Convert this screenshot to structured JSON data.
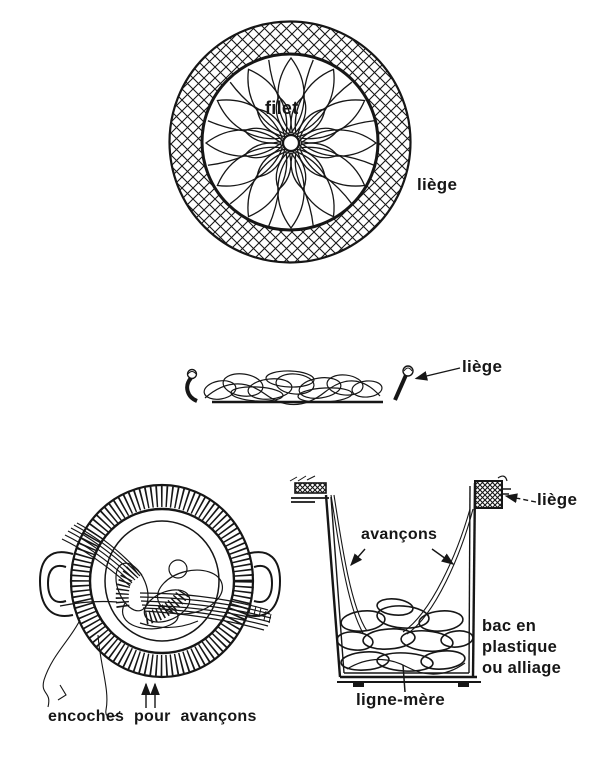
{
  "colors": {
    "background": "#ffffff",
    "ink": "#161616"
  },
  "diagrams": {
    "net_top_view": {
      "center_label": "filet",
      "side_label": "liège"
    },
    "net_side_view": {
      "label": "liège"
    },
    "notched_tray_top_view": {
      "caption": "encoches pour avançons"
    },
    "tub_cross_section": {
      "cork_label": "liège",
      "snoods_label": "avançons",
      "material_label": [
        "bac en",
        "plastique",
        "ou alliage"
      ],
      "mainline_label": "ligne-mère"
    }
  }
}
